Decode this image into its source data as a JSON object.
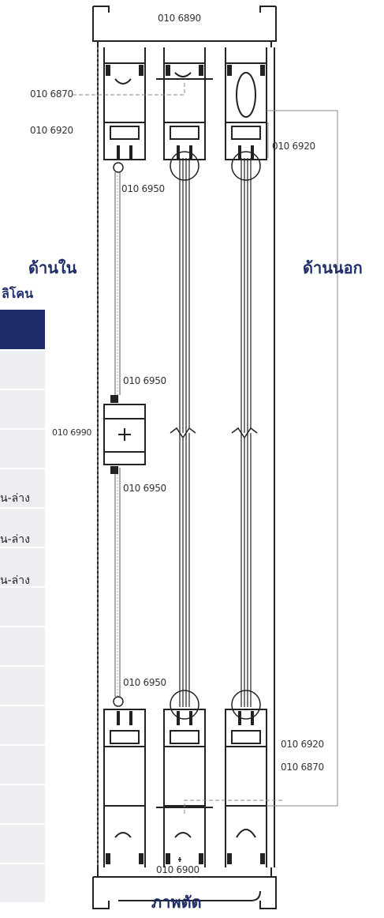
{
  "labels": {
    "top_0106890": "010 6890",
    "left_0106870": "010 6870",
    "left_0106920": "010 6920",
    "right_0106920_top": "010 6920",
    "mid_0106950_a": "010 6950",
    "mid_0106950_b": "010 6950",
    "left_0106990": "010 6990",
    "mid_0106950_c": "010 6950",
    "mid_0106950_d": "010 6950",
    "right_0106920_bottom": "010 6920",
    "right_0106870": "010 6870",
    "bottom_0106900": "010 6900"
  },
  "side_labels": {
    "inside": "ด้านใน",
    "outside": "ด้านนอก",
    "section_title": "ภาพตัด"
  },
  "table_fragment": {
    "header_partial": "ลิโคน",
    "rows_partial": [
      "น-ล่าง",
      "น-ล่าง",
      "น-ล่าง"
    ]
  },
  "colors": {
    "brand_navy": "#1f2d6b",
    "table_row": "#eceef2",
    "line": "#222222"
  }
}
